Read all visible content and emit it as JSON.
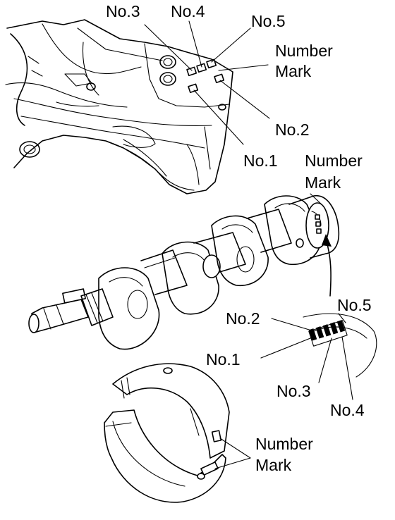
{
  "block_labels": {
    "no3": "No.3",
    "no4": "No.4",
    "no5": "No.5",
    "number_mark_1": "Number",
    "number_mark_2": "Mark",
    "no2": "No.2",
    "no1": "No.1"
  },
  "crank_labels": {
    "number_mark_1": "Number",
    "number_mark_2": "Mark",
    "no5": "No.5",
    "no2": "No.2",
    "no1": "No.1",
    "no3": "No.3",
    "no4": "No.4"
  },
  "bearing_labels": {
    "number_mark_1": "Number",
    "number_mark_2": "Mark"
  }
}
